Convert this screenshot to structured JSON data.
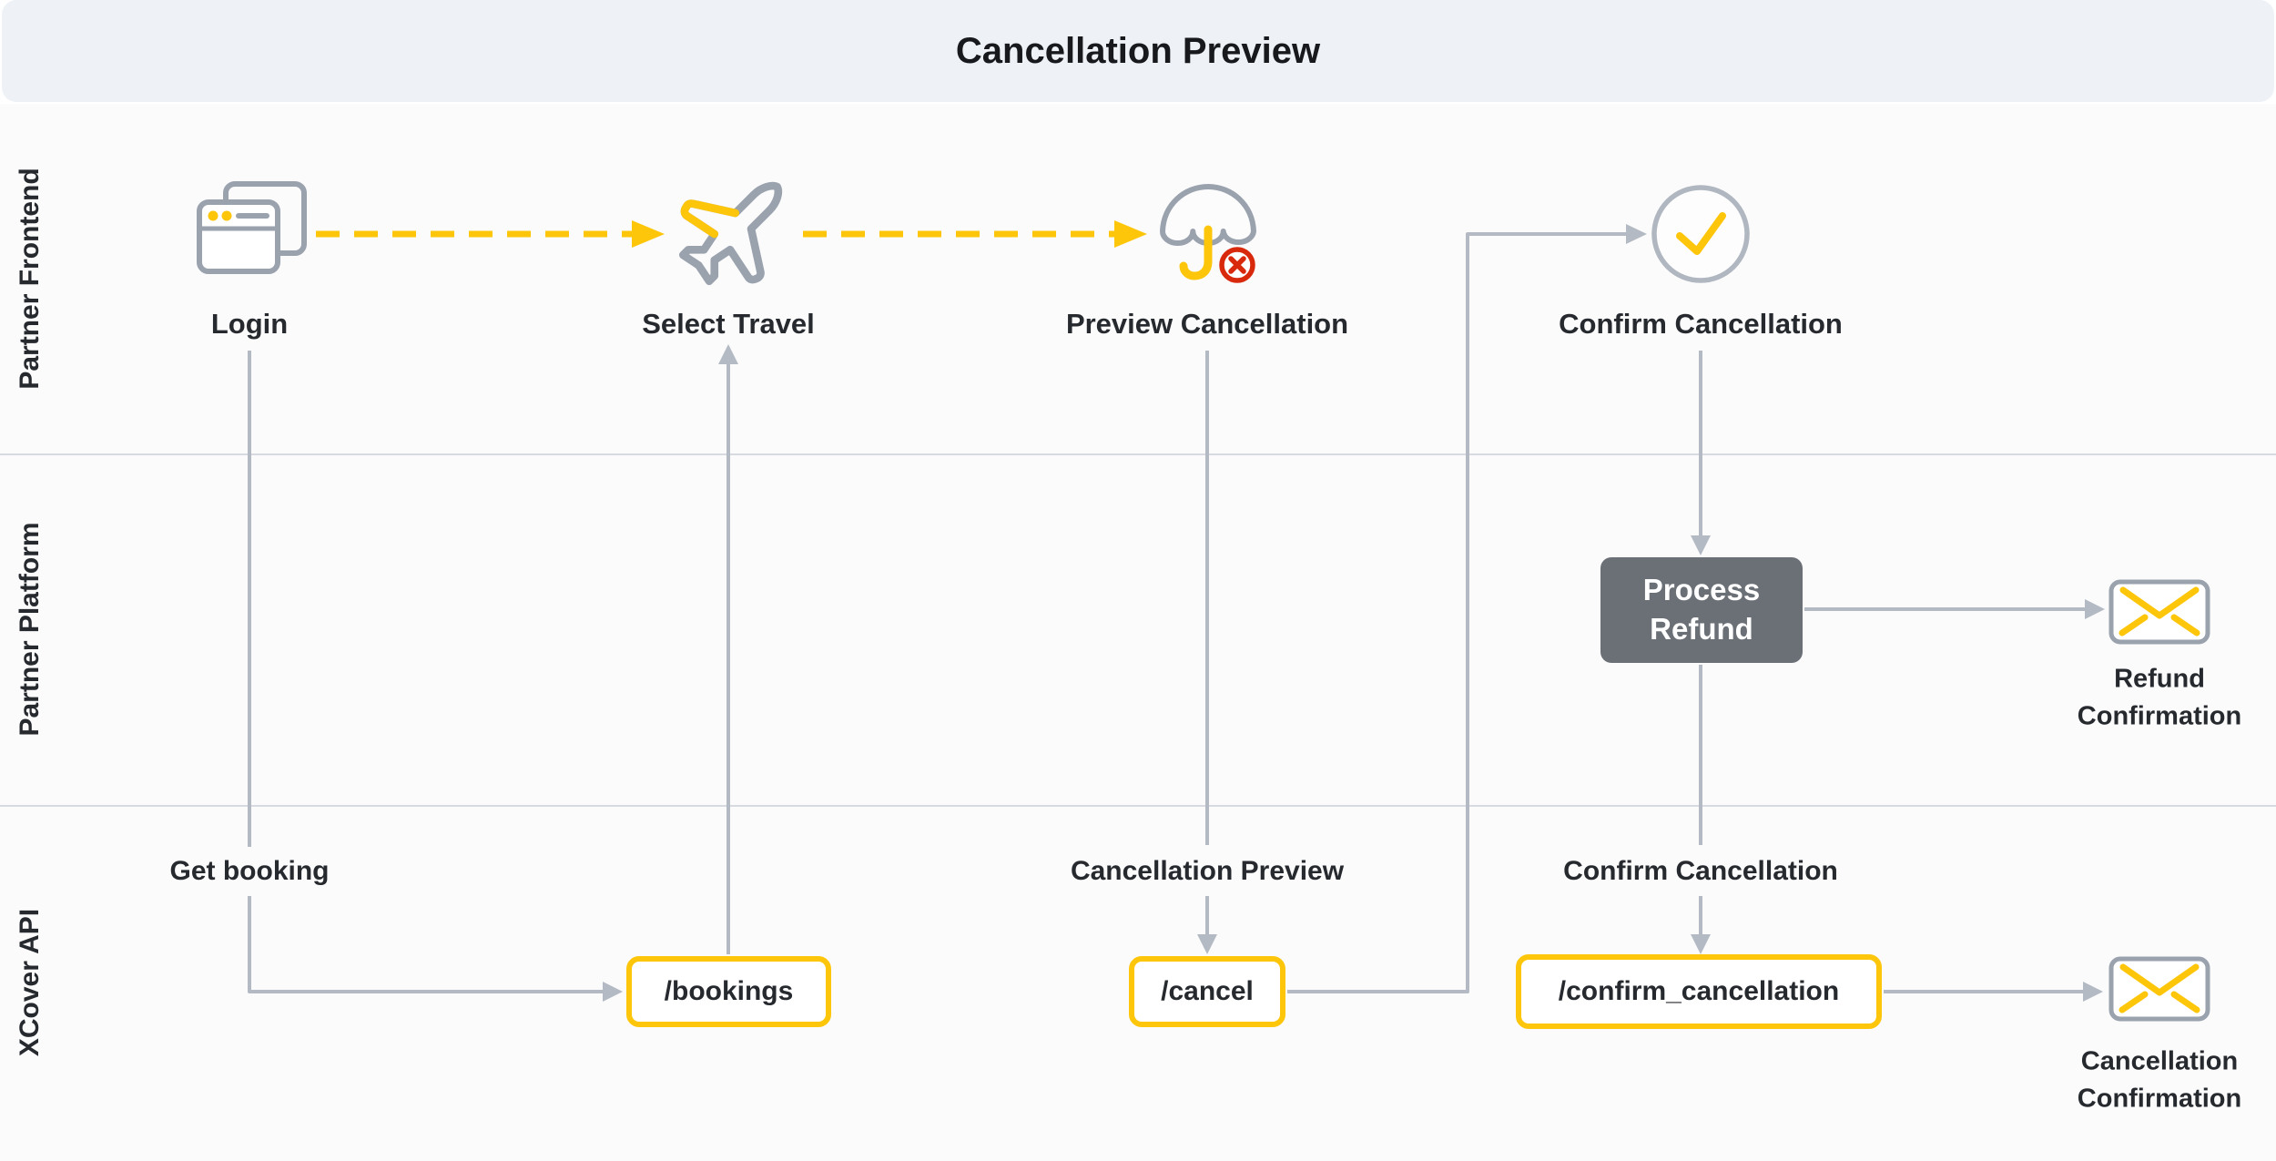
{
  "title": "Cancellation Preview",
  "colors": {
    "accent_yellow": "#FDC60B",
    "alert_red": "#D8290D",
    "connector_gray": "#B4BAC3",
    "icon_gray": "#9AA2AE",
    "process_box_gray": "#6B7077",
    "title_bar_bg": "#EEF2F7",
    "text_dark": "#26292E"
  },
  "lanes": [
    {
      "label": "Partner Frontend"
    },
    {
      "label": "Partner Platform"
    },
    {
      "label": "XCover API"
    }
  ],
  "frontend": {
    "login": {
      "label": "Login",
      "icon": "browser-windows-icon"
    },
    "select_travel": {
      "label": "Select Travel",
      "icon": "airplane-icon"
    },
    "preview_cancellation": {
      "label": "Preview Cancellation",
      "icon": "umbrella-cancel-icon"
    },
    "confirm_cancellation": {
      "label": "Confirm Cancellation",
      "icon": "check-circle-icon"
    }
  },
  "platform": {
    "process_refund": {
      "label": "Process Refund"
    },
    "refund_confirmation": {
      "label": "Refund Confirmation",
      "icon": "envelope-icon"
    }
  },
  "api": {
    "get_booking": {
      "label": "Get booking"
    },
    "bookings": {
      "endpoint": "/bookings"
    },
    "cancellation_preview": {
      "label": "Cancellation Preview"
    },
    "cancel": {
      "endpoint": "/cancel"
    },
    "confirm_cancellation": {
      "label": "Confirm Cancellation"
    },
    "confirm_cancellation_endpoint": {
      "endpoint": "/confirm_cancellation"
    },
    "cancellation_confirmation": {
      "label": "Cancellation Confirmation",
      "icon": "envelope-icon"
    }
  }
}
